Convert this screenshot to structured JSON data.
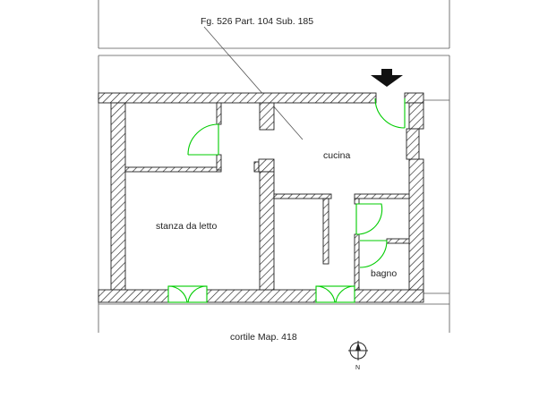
{
  "labels": {
    "cadastral_ref": "Fg. 526 Part. 104 Sub. 185",
    "kitchen": "cucina",
    "bedroom": "stanza da letto",
    "bathroom": "bagno",
    "courtyard": "cortile Map. 418",
    "north": "N"
  },
  "colors": {
    "walls": "#222222",
    "doors_windows": "#00cc00",
    "background": "#ffffff"
  },
  "icons": {
    "entrance": "arrow-down-icon",
    "orientation": "compass-icon"
  }
}
